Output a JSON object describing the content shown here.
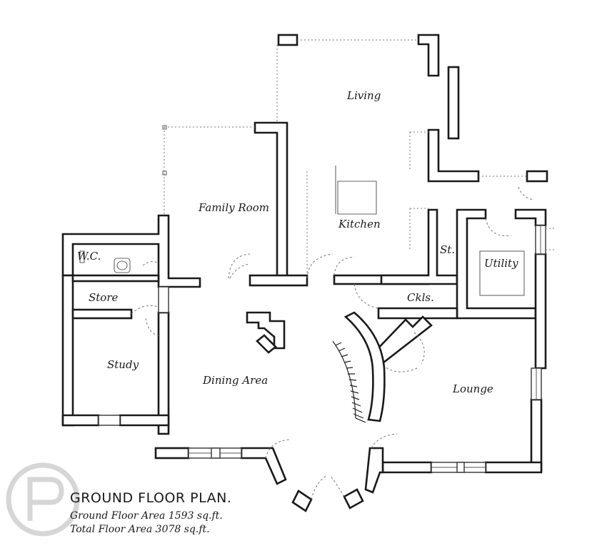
{
  "rooms": {
    "living": "Living",
    "family_room": "Family Room",
    "kitchen": "Kitchen",
    "wc": "W.C.",
    "store": "Store",
    "study": "Study",
    "dining_area": "Dining Area",
    "st": "St.",
    "utility": "Utility",
    "ckls": "Ckls.",
    "lounge": "Lounge"
  },
  "title": {
    "heading": "GROUND FLOOR PLAN.",
    "ground_floor_area": "Ground Floor Area  1593 sq.ft.",
    "total_floor_area": "Total Floor Area  3078 sq.ft."
  }
}
